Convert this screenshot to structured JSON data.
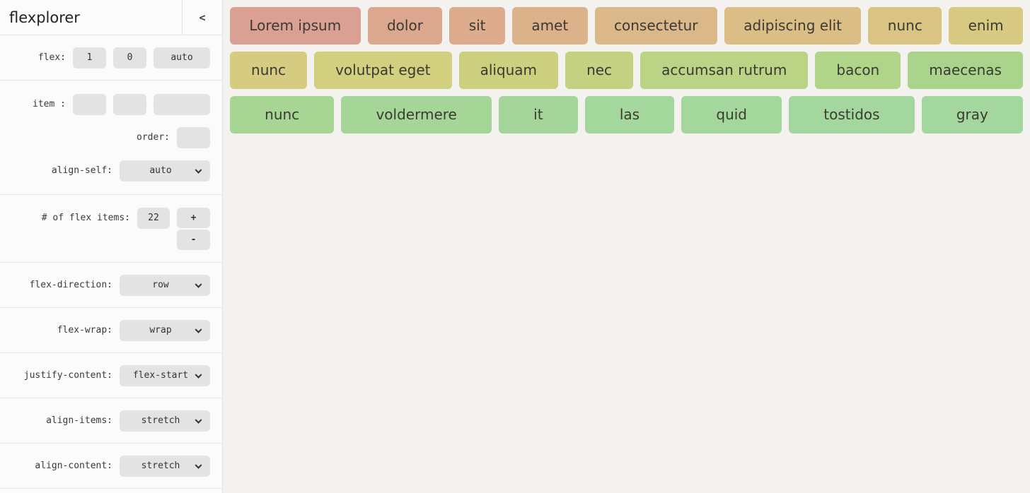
{
  "header": {
    "title": "flexplorer",
    "collapse_label": "<"
  },
  "sidebar": {
    "flex": {
      "label": "flex:",
      "grow": "1",
      "shrink": "0",
      "basis": "auto"
    },
    "item": {
      "label": "item :",
      "grow": "",
      "shrink": "",
      "basis": ""
    },
    "order": {
      "label": "order:",
      "value": ""
    },
    "align_self": {
      "label": "align-self:",
      "value": "auto"
    },
    "num_items": {
      "label": "# of flex items:",
      "value": "22",
      "increment_label": "+",
      "decrement_label": "-"
    },
    "selects": [
      {
        "label": "flex-direction:",
        "value": "row"
      },
      {
        "label": "flex-wrap:",
        "value": "wrap"
      },
      {
        "label": "justify-content:",
        "value": "flex-start"
      },
      {
        "label": "align-items:",
        "value": "stretch"
      },
      {
        "label": "align-content:",
        "value": "stretch"
      }
    ]
  },
  "canvas": {
    "rows": [
      8,
      7,
      7
    ],
    "items": [
      {
        "label": "Lorem ipsum",
        "color": "#d9a093"
      },
      {
        "label": "dolor",
        "color": "#dba78f"
      },
      {
        "label": "sit",
        "color": "#dcac8d"
      },
      {
        "label": "amet",
        "color": "#dcb28b"
      },
      {
        "label": "consectetur",
        "color": "#dbb889"
      },
      {
        "label": "adipiscing elit",
        "color": "#dabe86"
      },
      {
        "label": "nunc",
        "color": "#d9c484"
      },
      {
        "label": "enim",
        "color": "#d8c982"
      },
      {
        "label": "nunc",
        "color": "#d5cc81"
      },
      {
        "label": "volutpat eget",
        "color": "#d2cf7f"
      },
      {
        "label": "aliquam",
        "color": "#ccd07e"
      },
      {
        "label": "nec",
        "color": "#c3d180"
      },
      {
        "label": "accumsan rutrum",
        "color": "#bad384"
      },
      {
        "label": "bacon",
        "color": "#b0d488"
      },
      {
        "label": "maecenas",
        "color": "#aad48c"
      },
      {
        "label": "nunc",
        "color": "#a7d694"
      },
      {
        "label": "voldermere",
        "color": "#a5d698"
      },
      {
        "label": "it",
        "color": "#a4d69a"
      },
      {
        "label": "las",
        "color": "#a4d79b"
      },
      {
        "label": "quid",
        "color": "#a3d79c"
      },
      {
        "label": "tostidos",
        "color": "#a3d79d"
      },
      {
        "label": "gray",
        "color": "#a3d79d"
      }
    ]
  }
}
